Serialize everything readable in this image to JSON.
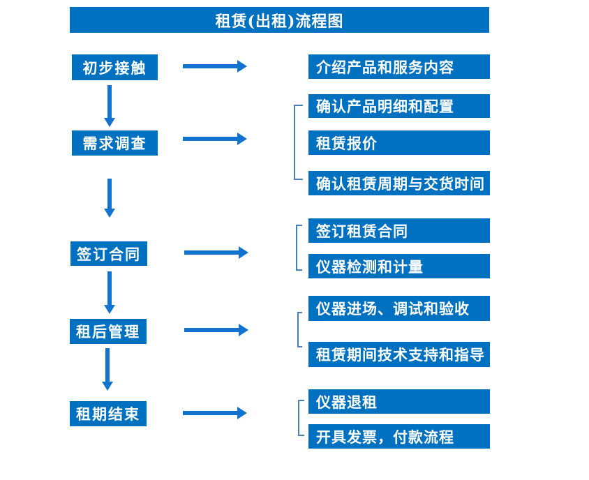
{
  "title": "租赁(出租)流程图",
  "steps": [
    {
      "label": "初步接触",
      "details": [
        "介绍产品和服务内容"
      ]
    },
    {
      "label": "需求调查",
      "details": [
        "确认产品明细和配置",
        "租赁报价",
        "确认租赁周期与交货时间"
      ]
    },
    {
      "label": "签订合同",
      "details": [
        "签订租赁合同",
        "仪器检测和计量"
      ]
    },
    {
      "label": "租后管理",
      "details": [
        "仪器进场、调试和验收",
        "租赁期间技术支持和指导"
      ]
    },
    {
      "label": "租期结束",
      "details": [
        "仪器退租",
        "开具发票，付款流程"
      ]
    }
  ],
  "colors": {
    "box_blue": "#0070C0",
    "arrow_blue": "#1273CE",
    "bracket_blue": "#4A7EBB",
    "text_white": "#FFFFFF"
  }
}
